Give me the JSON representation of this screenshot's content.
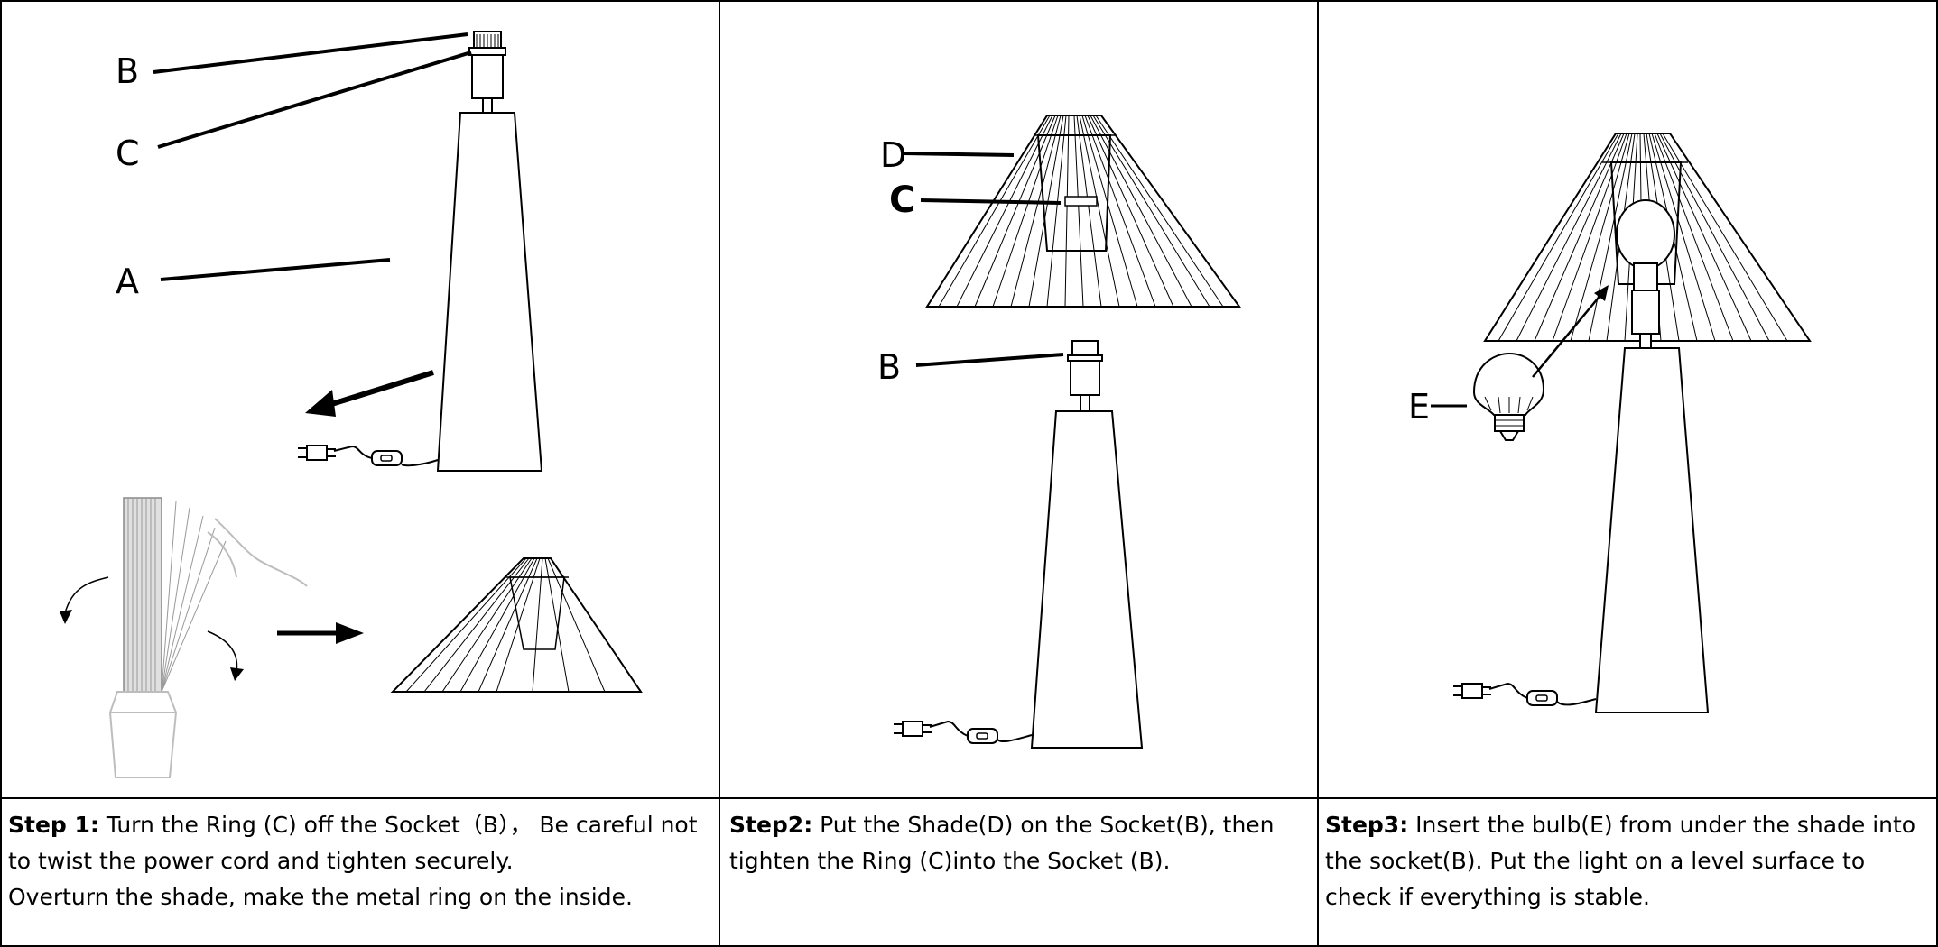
{
  "labels": {
    "B": "B",
    "C": "C",
    "A": "A",
    "D": "D",
    "E": "E"
  },
  "steps": [
    {
      "heading": "Step 1:",
      "lines": [
        "Turn the Ring (C) off the Socket（B）， Be careful not",
        "to twist the power cord and tighten securely.",
        "Overturn the shade, make the metal ring on the inside."
      ]
    },
    {
      "heading": "Step2:",
      "lines": [
        "Put the Shade(D) on the Socket(B), then",
        "tighten the Ring (C)into the Socket (B)."
      ]
    },
    {
      "heading": "Step3:",
      "lines": [
        "Insert the bulb(E) from under the shade into",
        "the socket(B). Put the light on a level surface to",
        "check  if everything is stable."
      ]
    }
  ]
}
